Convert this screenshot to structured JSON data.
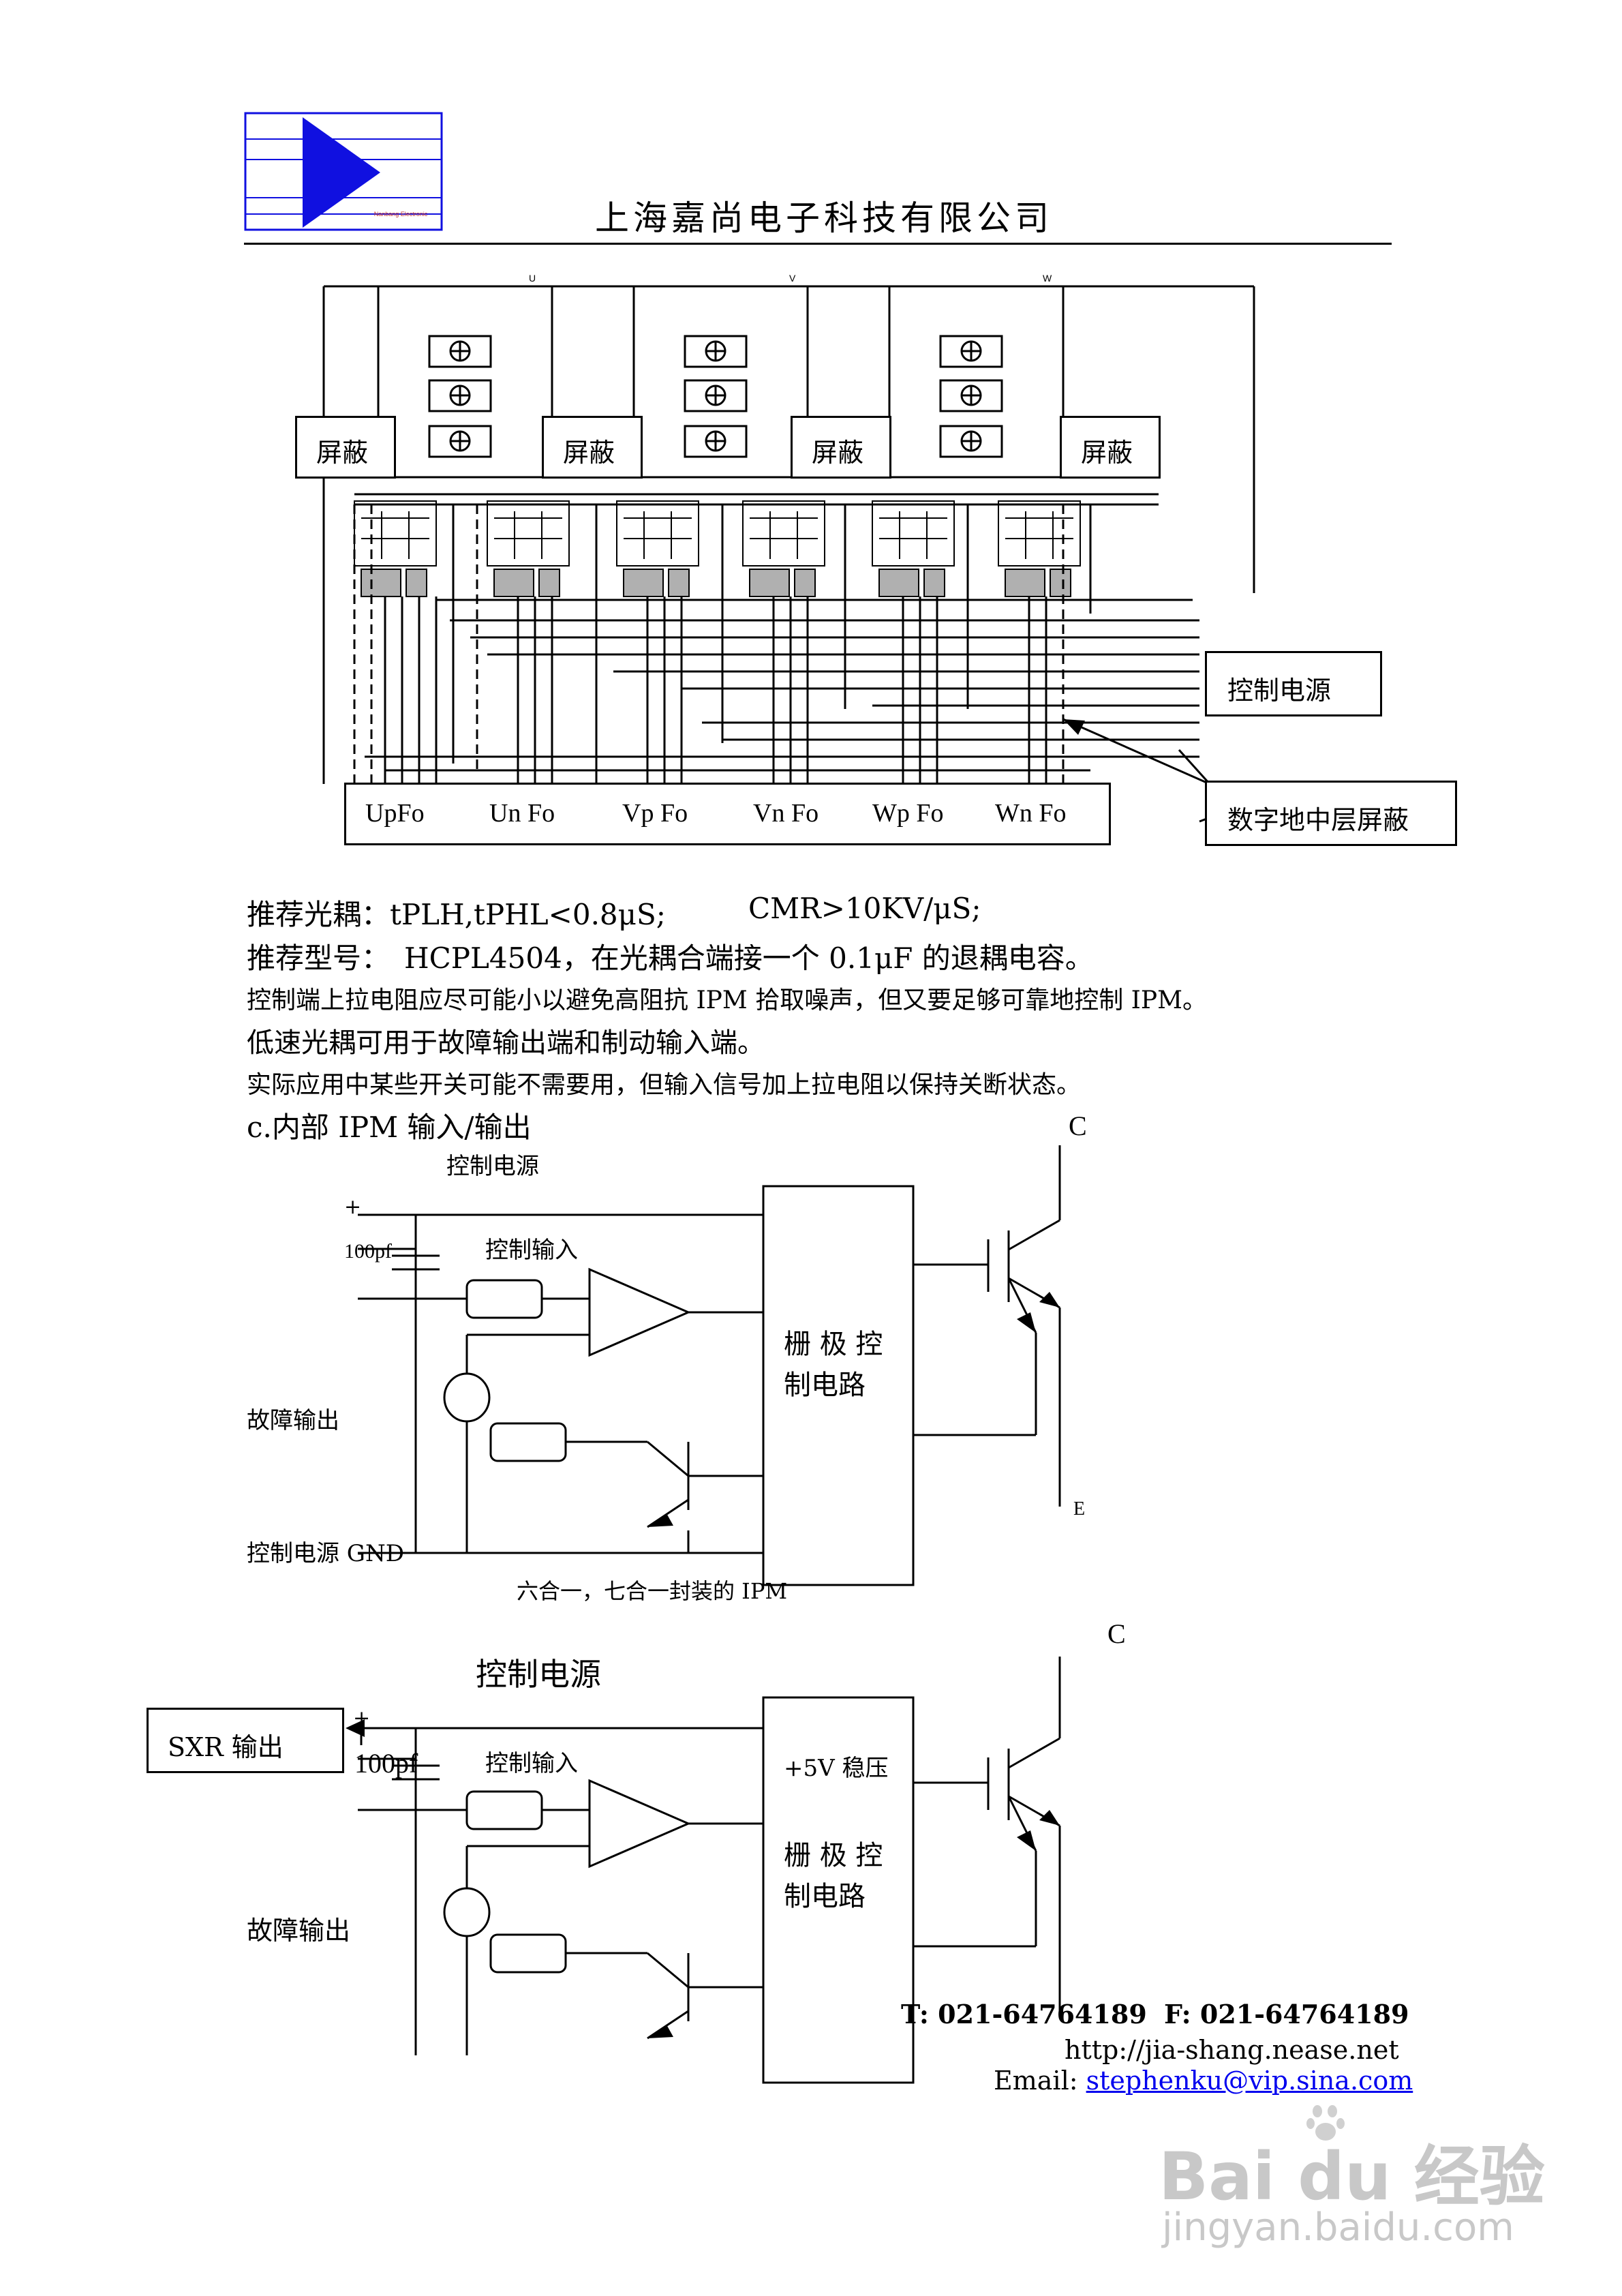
{
  "header": {
    "logo_caption": "Nanbang Electronic",
    "company_name": "上海嘉尚电子科技有限公司"
  },
  "diagram1": {
    "shield_labels": [
      "屏蔽",
      "屏蔽",
      "屏蔽",
      "屏蔽"
    ],
    "phase_labels": [
      "U",
      "V",
      "W"
    ],
    "ctrl_power": "控制电源",
    "digital_ground": "数字地中层屏蔽",
    "fo_labels": [
      "UpFo",
      "Un Fo",
      "Vp Fo",
      "Vn Fo",
      "Wp Fo",
      "Wn Fo"
    ]
  },
  "body_text": {
    "line1_a": "推荐光耦：tPLH,tPHL<0.8μS;",
    "line1_b": "CMR>10KV/μS;",
    "line2": "推荐型号：　HCPL4504，在光耦合端接一个 0.1μF 的退耦电容。",
    "line3": "控制端上拉电阻应尽可能小以避免高阻抗 IPM 拾取噪声，但又要足够可靠地控制 IPM。",
    "line4": "低速光耦可用于故障输出端和制动输入端。",
    "line5": "实际应用中某些开关可能不需要用，但输入信号加上拉电阻以保持关断状态。",
    "section_c": "c.内部 IPM 输入/输出"
  },
  "diagram2": {
    "label_C": "C",
    "label_E": "E",
    "ctrl_power": "控制电源",
    "plus": "+",
    "cap": "100pf",
    "ctrl_input": "控制输入",
    "gate_ctrl_line1": "栅 极 控",
    "gate_ctrl_line2": "制电路",
    "fault_output": "故障输出",
    "gnd": "控制电源 GND",
    "caption": "六合一，七合一封装的 IPM"
  },
  "diagram3": {
    "label_C": "C",
    "ctrl_power": "控制电源",
    "sxr_output": "SXR 输出",
    "plus": "+",
    "cap": "100pf",
    "ctrl_input": "控制输入",
    "regulator": "+5V 稳压",
    "gate_ctrl_line1": "栅 极 控",
    "gate_ctrl_line2": "制电路",
    "fault_output": "故障输出"
  },
  "footer": {
    "tel": "T:  021-64764189",
    "fax": "F:  021-64764189",
    "website": "http://jia-shang.nease.net",
    "email_label": "Email: ",
    "email": "stephenku@vip.sina.com"
  },
  "watermark": {
    "brand": "Bai du 经验",
    "url": "jingyan.baidu.com"
  },
  "colors": {
    "logo_blue": "#1010e0",
    "line": "#000000",
    "gray_block": "#b0b0b0",
    "watermark": "#c8c8c8"
  }
}
